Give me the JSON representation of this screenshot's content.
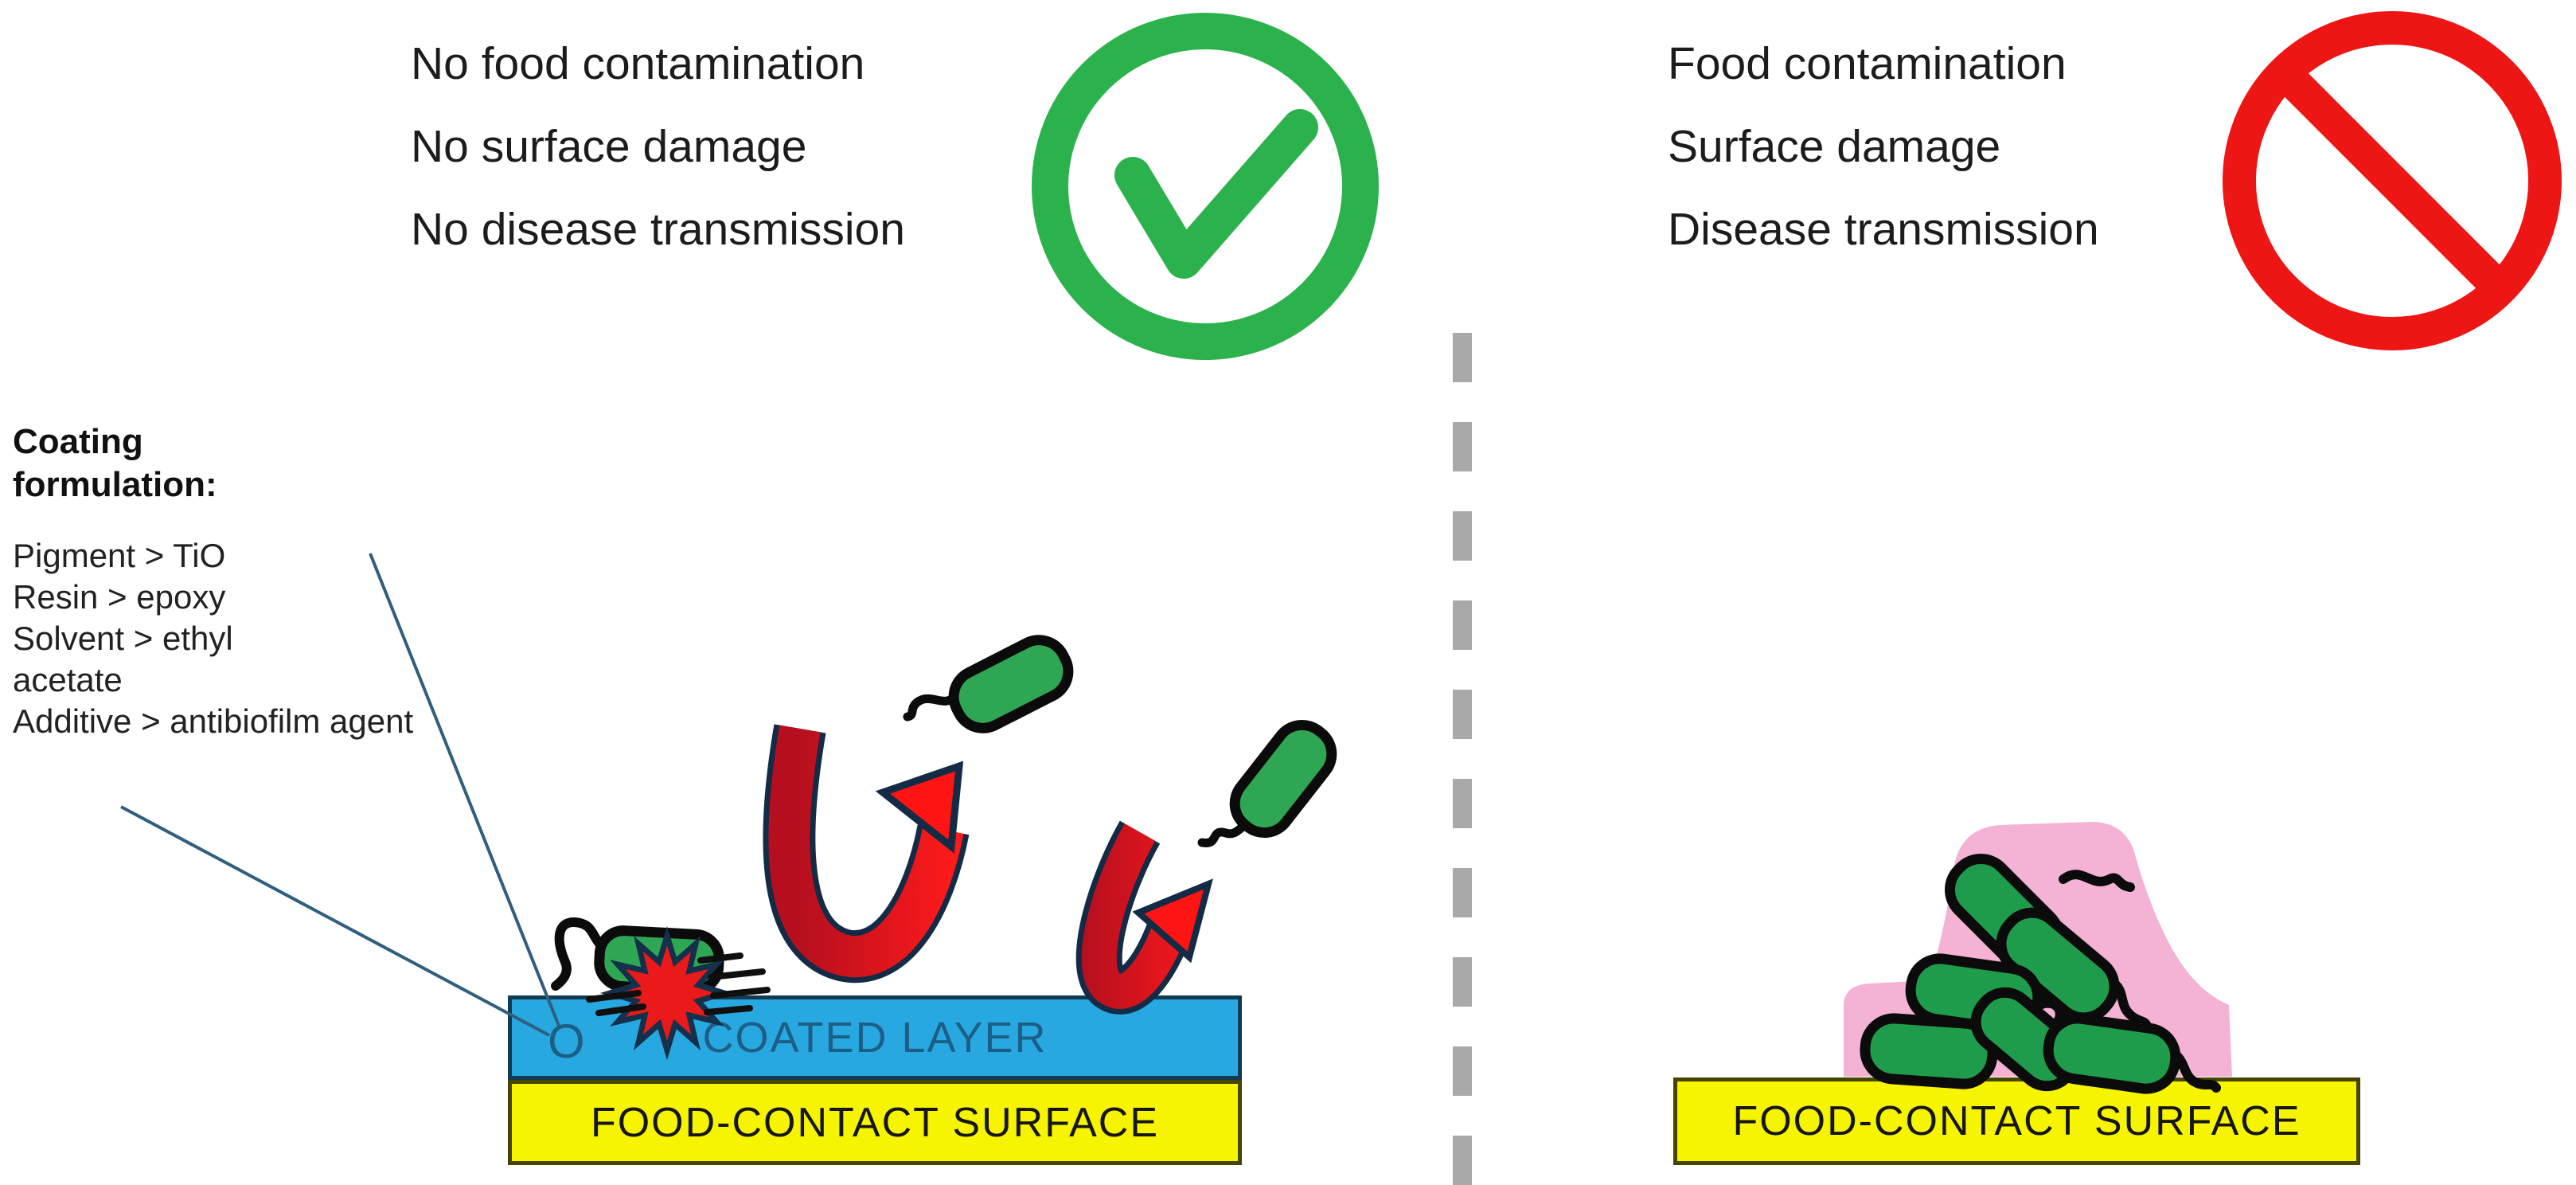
{
  "left_panel": {
    "benefits": [
      "No food contamination",
      "No surface damage",
      "No disease transmission"
    ],
    "status_icon": "check-circle-icon",
    "coating_note": {
      "title_line1": "Coating",
      "title_line2": "formulation:",
      "items": [
        "Pigment > TiO",
        "Resin > epoxy",
        "Solvent > ethyl",
        "acetate",
        "Additive > antibiofilm agent"
      ]
    },
    "agent_symbol": "O",
    "coated_layer_label": "COATED LAYER",
    "surface_label": "FOOD-CONTACT SURFACE"
  },
  "right_panel": {
    "risks": [
      "Food contamination",
      "Surface damage",
      "Disease transmission"
    ],
    "status_icon": "no-entry-icon",
    "surface_label": "FOOD-CONTACT SURFACE"
  },
  "colors": {
    "check_green": "#2bb24c",
    "ban_red": "#ee1515",
    "coated_blue": "#28a8e0",
    "surface_yellow": "#f7f400",
    "bacteria_green": "#2fa654",
    "biofilm_pink": "#f4b2d4",
    "arrow_red": "#e81414",
    "divider_gray": "#a9a9a9",
    "pointer_line_blue": "#2e5f7d",
    "coated_text_blue": "#1c5f86"
  }
}
